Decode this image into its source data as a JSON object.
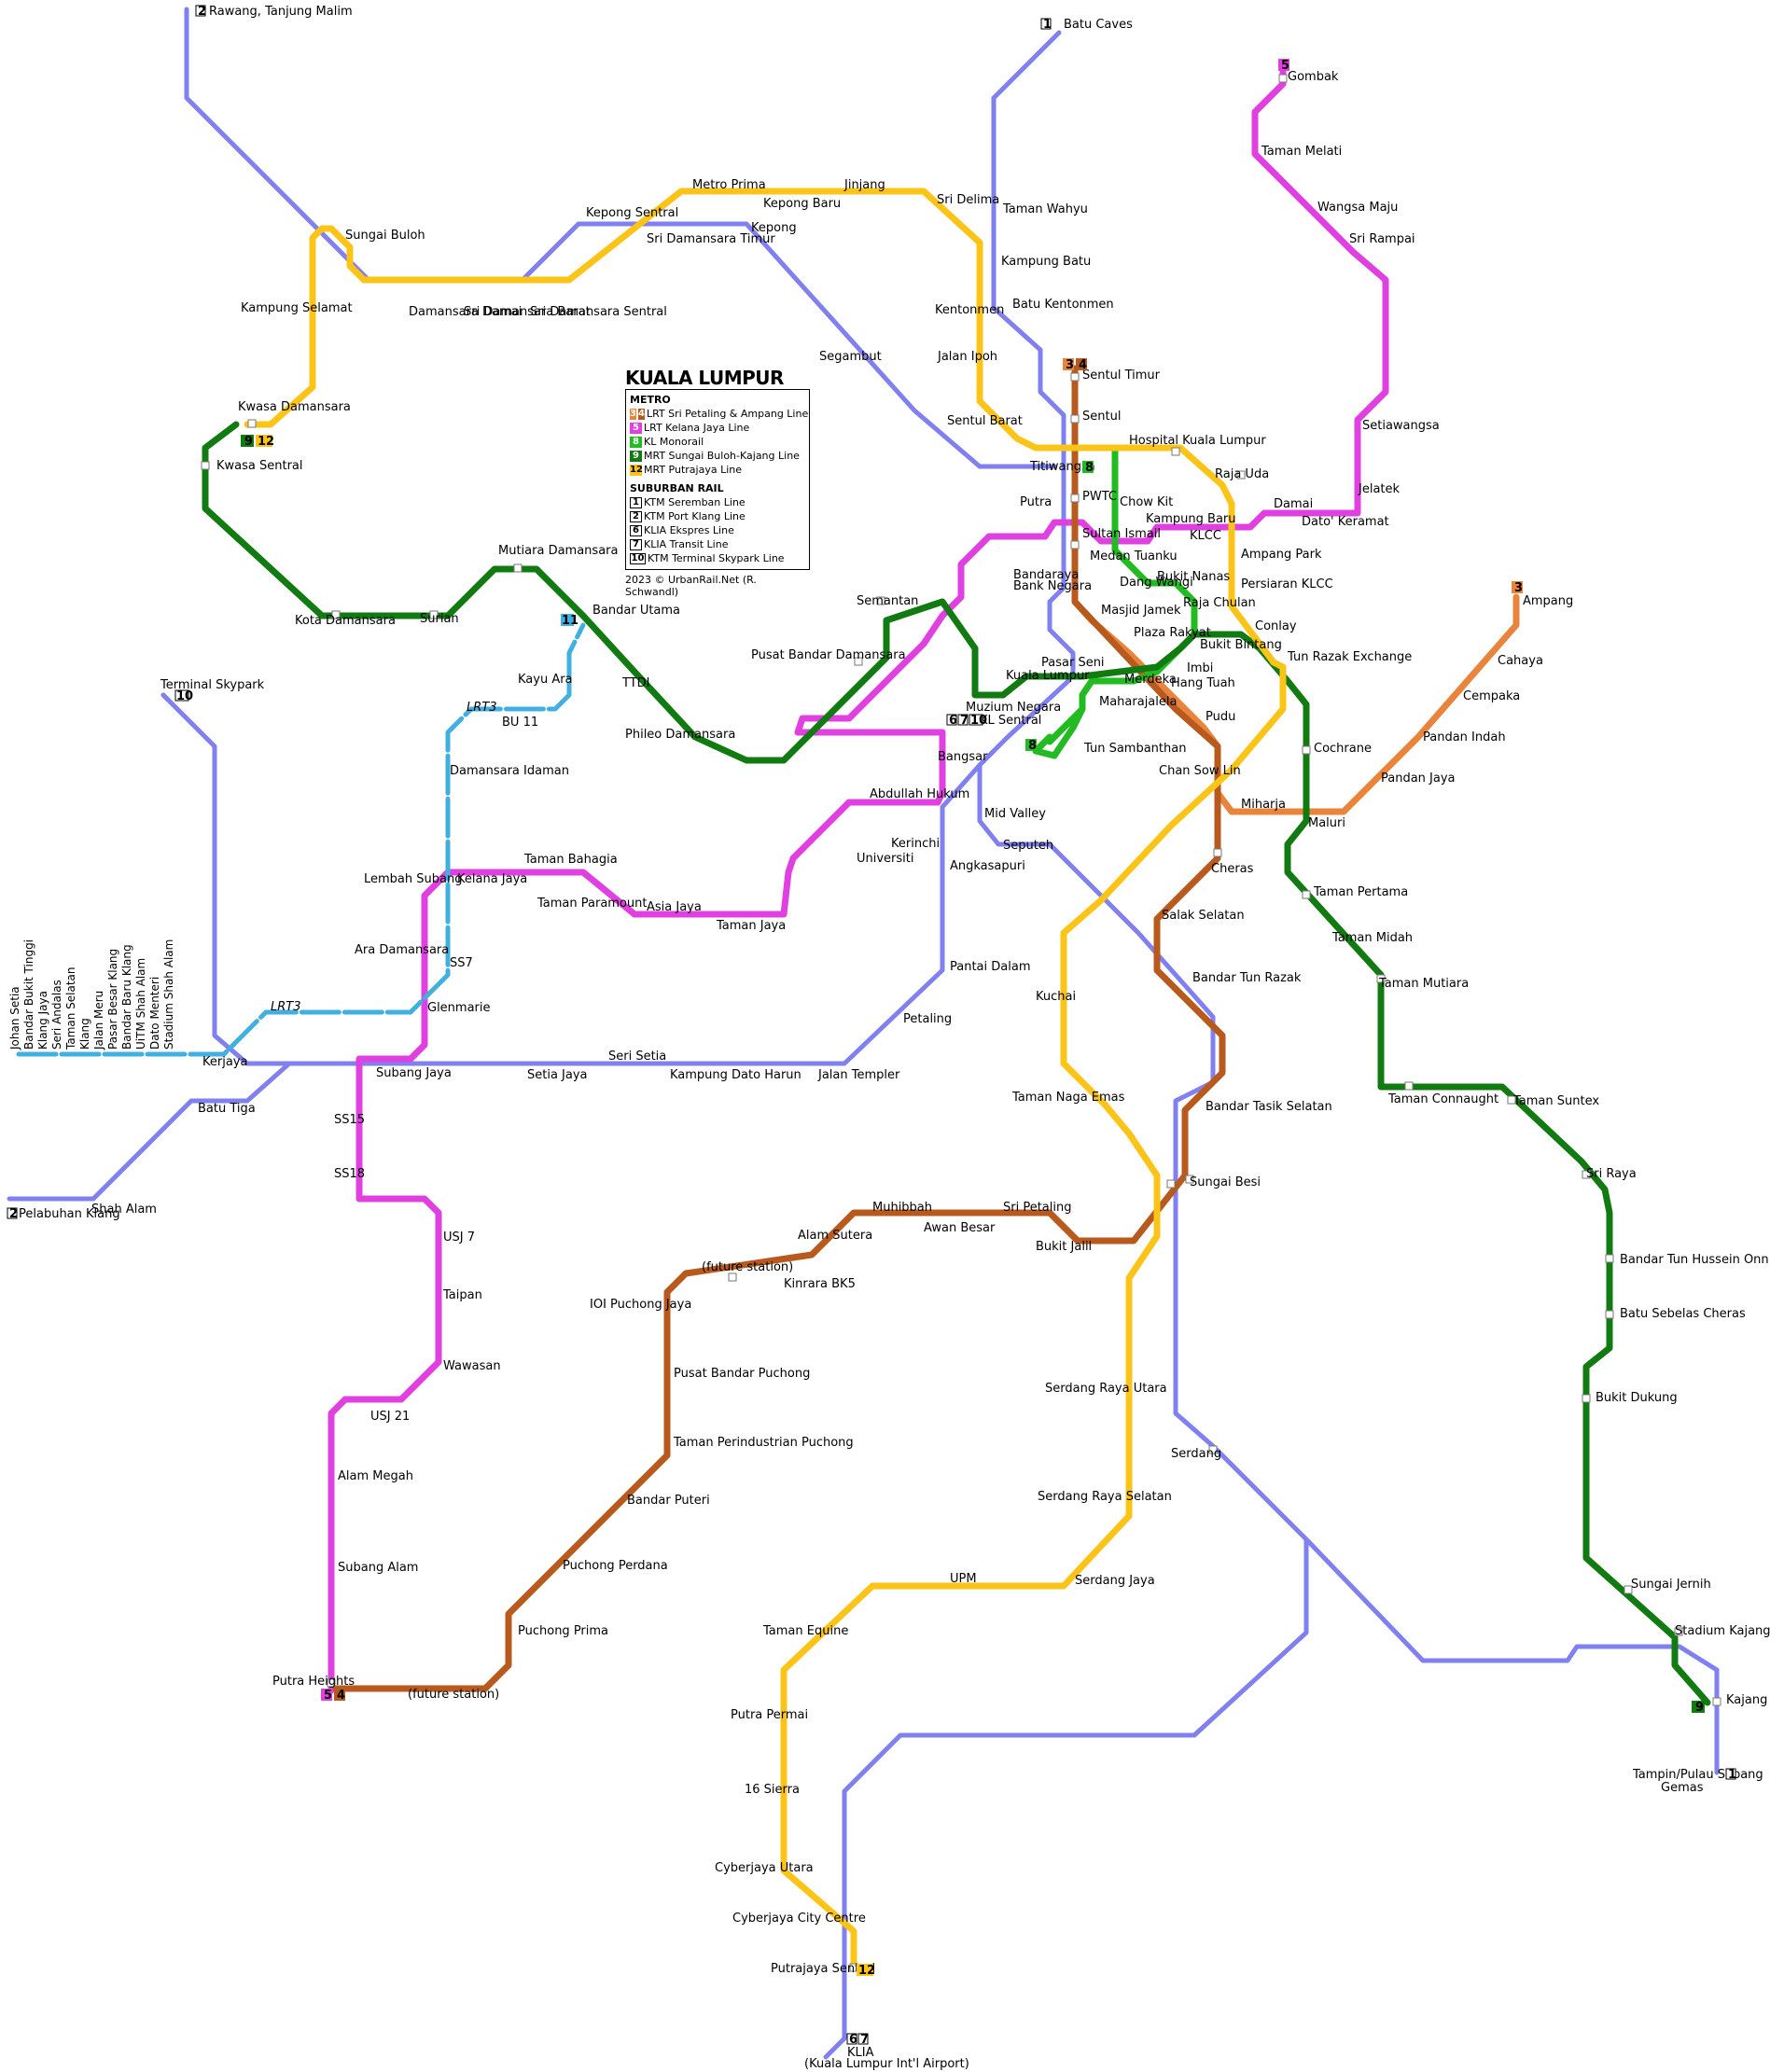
{
  "map_title": "KUALA LUMPUR",
  "legend": {
    "metro_header": "METRO",
    "suburban_header": "SUBURBAN RAIL",
    "metro": [
      {
        "badge": "3",
        "badge2": "4",
        "label": "LRT Sri Petaling & Ampang Line"
      },
      {
        "badge": "5",
        "label": "LRT Kelana Jaya Line"
      },
      {
        "badge": "8",
        "label": "KL Monorail"
      },
      {
        "badge": "9",
        "label": "MRT Sungai Buloh-Kajang Line"
      },
      {
        "badge": "12",
        "label": "MRT Putrajaya Line"
      }
    ],
    "suburban": [
      {
        "badge": "1",
        "label": "KTM Seremban Line"
      },
      {
        "badge": "2",
        "label": "KTM Port Klang Line"
      },
      {
        "badge": "6",
        "label": "KLIA Ekspres Line"
      },
      {
        "badge": "7",
        "label": "KLIA Transit Line"
      },
      {
        "badge": "10",
        "label": "KTM Terminal Skypark Line"
      }
    ],
    "credit": "2023 © UrbanRail.Net (R. Schwandl)"
  },
  "colors": {
    "ktm": "#8080f0",
    "ampang": "#e8843c",
    "sri_petaling": "#b85a1e",
    "kelana_jaya": "#e040e0",
    "monorail": "#22bb22",
    "sbk": "#117a11",
    "putrajaya": "#fcc419",
    "lrt3": "#40b0e0"
  },
  "badges": {
    "b1": "1",
    "b2": "2",
    "b3": "3",
    "b4": "4",
    "b5": "5",
    "b6": "6",
    "b7": "7",
    "b8": "8",
    "b9": "9",
    "b10": "10",
    "b11": "11",
    "b12": "12",
    "lrt3": "LRT3"
  },
  "stations": {
    "rawang": "Rawang, Tanjung Malim",
    "batu_caves": "Batu Caves",
    "gombak": "Gombak",
    "taman_melati": "Taman Melati",
    "wangsa_maju": "Wangsa Maju",
    "sri_rampai": "Sri Rampai",
    "setiawangsa": "Setiawangsa",
    "jelatek": "Jelatek",
    "dato_keramat": "Dato' Keramat",
    "damai": "Damai",
    "ampang_park": "Ampang Park",
    "klcc": "KLCC",
    "kampung_baru": "Kampung Baru",
    "dang_wangi": "Dang Wangi",
    "masjid_jamek": "Masjid Jamek",
    "pasar_seni": "Pasar Seni",
    "kl_sentral": "KL Sentral",
    "bangsar": "Bangsar",
    "abdullah_hukum": "Abdullah Hukum",
    "kerinchi": "Kerinchi",
    "universiti": "Universiti",
    "taman_jaya": "Taman Jaya",
    "asia_jaya": "Asia Jaya",
    "taman_paramount": "Taman Paramount",
    "taman_bahagia": "Taman Bahagia",
    "kelana_jaya": "Kelana Jaya",
    "lembah_subang": "Lembah Subang",
    "ara_damansara": "Ara Damansara",
    "glenmarie": "Glenmarie",
    "subang_jaya": "Subang Jaya",
    "ss15": "SS15",
    "ss18": "SS18",
    "usj7": "USJ 7",
    "taipan": "Taipan",
    "wawasan": "Wawasan",
    "usj21": "USJ 21",
    "alam_megah": "Alam Megah",
    "subang_alam": "Subang Alam",
    "putra_heights": "Putra Heights",
    "sentul_timur": "Sentul Timur",
    "sentul": "Sentul",
    "titiwangsa": "Titiwangsa",
    "pwtc": "PWTC",
    "sultan_ismail": "Sultan Ismail",
    "bandaraya": "Bandaraya",
    "bank_negara": "Bank Negara",
    "plaza_rakyat": "Plaza Rakyat",
    "hang_tuah": "Hang Tuah",
    "pudu": "Pudu",
    "chan_sow_lin": "Chan Sow Lin",
    "miharja": "Miharja",
    "maluri": "Maluri",
    "pandan_jaya": "Pandan Jaya",
    "pandan_indah": "Pandan Indah",
    "cempaka": "Cempaka",
    "cahaya": "Cahaya",
    "ampang": "Ampang",
    "cheras": "Cheras",
    "salak_selatan": "Salak Selatan",
    "bandar_tun_razak": "Bandar Tun Razak",
    "bandar_tasik_selatan": "Bandar Tasik Selatan",
    "sungai_besi": "Sungai Besi",
    "bukit_jalil": "Bukit Jalil",
    "sri_petaling": "Sri Petaling",
    "awan_besar": "Awan Besar",
    "muhibbah": "Muhibbah",
    "alam_sutera": "Alam Sutera",
    "kinrara": "Kinrara BK5",
    "future1": "(future station)",
    "ioi": "IOI Puchong Jaya",
    "pusat_bandar_puchong": "Pusat Bandar Puchong",
    "taman_perindustrian": "Taman Perindustrian Puchong",
    "bandar_puteri": "Bandar Puteri",
    "puchong_perdana": "Puchong Perdana",
    "puchong_prima": "Puchong Prima",
    "future2": "(future station)",
    "chow_kit": "Chow Kit",
    "medan_tuanku": "Medan Tuanku",
    "bukit_nanas": "Bukit Nanas",
    "raja_chulan": "Raja Chulan",
    "bukit_bintang": "Bukit Bintang",
    "imbi": "Imbi",
    "maharajalela": "Maharajalela",
    "tun_sambanthan": "Tun Sambanthan",
    "kwasa_damansara": "Kwasa Damansara",
    "kwasa_sentral": "Kwasa Sentral",
    "kota_damansara": "Kota Damansara",
    "surian": "Surian",
    "mutiara_damansara": "Mutiara Damansara",
    "bandar_utama": "Bandar Utama",
    "ttdi": "TTDI",
    "phileo": "Phileo Damansara",
    "pusat_bandar_damansara": "Pusat Bandar Damansara",
    "semantan": "Semantan",
    "muzium_negara": "Muzium Negara",
    "merdeka": "Merdeka",
    "tun_razak_exchange": "Tun Razak Exchange",
    "cochrane": "Cochrane",
    "taman_pertama": "Taman Pertama",
    "taman_midah": "Taman Midah",
    "taman_mutiara": "Taman Mutiara",
    "taman_connaught": "Taman Connaught",
    "taman_suntex": "Taman Suntex",
    "sri_raya": "Sri Raya",
    "bandar_tun_hussein": "Bandar Tun Hussein Onn",
    "batu_sebelas": "Batu Sebelas Cheras",
    "bukit_dukung": "Bukit Dukung",
    "sungai_jernih": "Sungai Jernih",
    "stadium_kajang": "Stadium Kajang",
    "kajang": "Kajang",
    "tampin": "Tampin/Pulau Sebang",
    "gemas": "Gemas",
    "sungai_buloh": "Sungai Buloh",
    "kampung_selamat": "Kampung Selamat",
    "damansara_damai": "Damansara Damai",
    "sri_damansara_barat": "Sri Damansara Barat",
    "sri_damansara_sentral": "Sri Damansara Sentral",
    "sri_damansara_timur": "Sri Damansara Timur",
    "kepong_sentral": "Kepong Sentral",
    "metro_prima": "Metro Prima",
    "kepong_baru": "Kepong Baru",
    "jinjang": "Jinjang",
    "sri_delima": "Sri Delima",
    "kampung_batu": "Kampung Batu",
    "kentonmen": "Kentonmen",
    "jalan_ipoh": "Jalan Ipoh",
    "sentul_barat": "Sentul Barat",
    "hospital_kl": "Hospital Kuala Lumpur",
    "raja_uda": "Raja Uda",
    "persiaran_klcc": "Persiaran KLCC",
    "conlay": "Conlay",
    "kuchai": "Kuchai",
    "taman_naga_emas": "Taman Naga Emas",
    "serdang_raya_utara": "Serdang Raya Utara",
    "serdang_raya_selatan": "Serdang Raya Selatan",
    "serdang_jaya": "Serdang Jaya",
    "upm": "UPM",
    "taman_equine": "Taman Equine",
    "putra_permai": "Putra Permai",
    "sierra16": "16 Sierra",
    "cyberjaya_utara": "Cyberjaya Utara",
    "cyberjaya_city": "Cyberjaya City Centre",
    "putrajaya_sentral": "Putrajaya Sentral",
    "klia": "KLIA",
    "klia_full": "(Kuala Lumpur Int'l Airport)",
    "taman_wahyu": "Taman Wahyu",
    "batu_kentonmen": "Batu Kentonmen",
    "segambut": "Segambut",
    "kepong": "Kepong",
    "putra": "Putra",
    "kuala_lumpur": "Kuala Lumpur",
    "mid_valley": "Mid Valley",
    "seputeh": "Seputeh",
    "angkasapuri": "Angkasapuri",
    "pantai_dalam": "Pantai Dalam",
    "petaling": "Petaling",
    "jalan_templer": "Jalan Templer",
    "kampung_dato_harun": "Kampung Dato Harun",
    "seri_setia": "Seri Setia",
    "setia_jaya": "Setia Jaya",
    "batu_tiga": "Batu Tiga",
    "shah_alam": "Shah Alam",
    "pelabuhan_klang": "Pelabuhan Klang",
    "terminal_skypark": "Terminal Skypark",
    "serdang": "Serdang",
    "kayu_ara": "Kayu Ara",
    "bu11": "BU 11",
    "damansara_idaman": "Damansara Idaman",
    "ss7": "SS7",
    "kerjaya": "Kerjaya",
    "lrt3_west": [
      "Johan Setia",
      "Bandar Bukit Tinggi",
      "Klang Jaya",
      "Seri Andalas",
      "Taman Selatan",
      "Klang",
      "Jalan Meru",
      "Pasar Besar Klang",
      "Bandar Baru Klang",
      "UiTM Shah Alam",
      "Dato Menteri",
      "Stadium Shah Alam"
    ]
  }
}
